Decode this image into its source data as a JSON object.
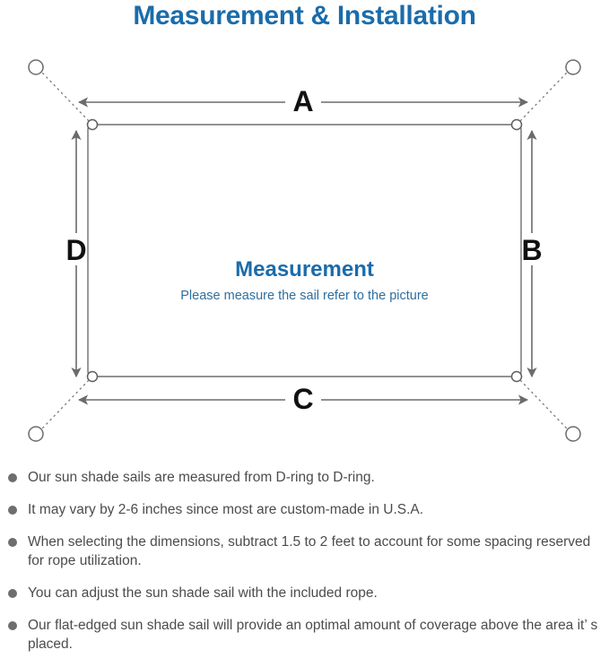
{
  "page": {
    "title": "Measurement & Installation",
    "title_color": "#1a6cab"
  },
  "diagram": {
    "name": "sun-shade-sail-measurement-diagram",
    "center": {
      "headline": "Measurement",
      "subline": "Please measure the sail refer to the picture",
      "headline_color": "#1a6cab",
      "subline_color": "#2e6f9e"
    },
    "dimension_labels": {
      "top": "A",
      "right": "B",
      "bottom": "C",
      "left": "D"
    },
    "line_color": "#6b6b6b",
    "sail_edge_color": "#6f6f6f",
    "anchor_count": 4,
    "d_ring_count": 4
  },
  "notes": {
    "bullet_color": "#6e6e6e",
    "items": [
      "Our sun shade sails are measured from D-ring to D-ring.",
      "It may vary by 2-6 inches since most are custom-made in U.S.A.",
      "When selecting the dimensions, subtract 1.5 to 2 feet to account for some spacing reserved for rope utilization.",
      "You can adjust the sun shade sail with the included rope.",
      "Our flat-edged sun shade sail will provide an optimal amount of coverage above the area it’  s placed."
    ]
  }
}
